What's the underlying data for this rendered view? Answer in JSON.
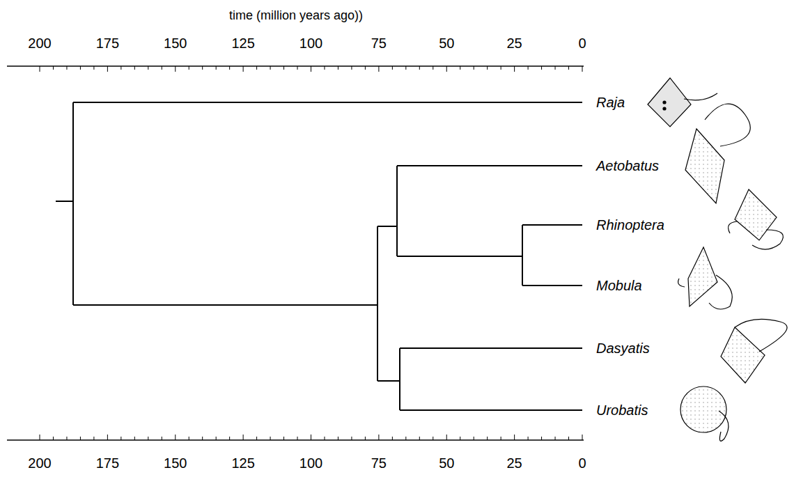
{
  "diagram": {
    "labels": [
      "time (million years ago))",
      "200",
      "175",
      "150",
      "125",
      "100",
      "75",
      "50",
      "25",
      "0",
      "Raja",
      "Aetobatus",
      "Rhinoptera",
      "Mobula",
      "Dasyatis",
      "Urobatis",
      "200",
      "175",
      "150",
      "125",
      "100",
      "75",
      "50",
      "25",
      "0"
    ]
  }
}
